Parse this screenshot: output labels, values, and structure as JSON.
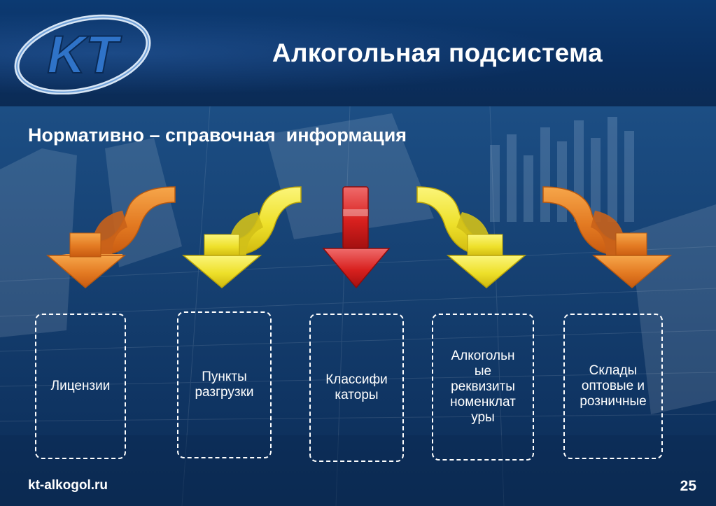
{
  "logo": {
    "text": "KT"
  },
  "title": "Алкогольная подсистема",
  "subtitle": "Нормативно – справочная  информация",
  "boxes": [
    {
      "label": "Лицензии",
      "arrow_color": "#e07a20"
    },
    {
      "label": "Пункты\nразгрузки",
      "arrow_color": "#f1e02a"
    },
    {
      "label": "Классифи\nкаторы",
      "arrow_color": "#d8201e"
    },
    {
      "label": "Алкогольн\nые\nреквизиты\nноменклат\nуры",
      "arrow_color": "#f1e02a"
    },
    {
      "label": "Склады\nоптовые и\nрозничные",
      "arrow_color": "#e07a20"
    }
  ],
  "footer": {
    "url": "kt-alkogol.ru",
    "page": "25"
  },
  "colors": {
    "header": "#0c3a72",
    "accent_orange": "#e07a20",
    "accent_yellow": "#f1e02a",
    "accent_red": "#d8201e"
  }
}
